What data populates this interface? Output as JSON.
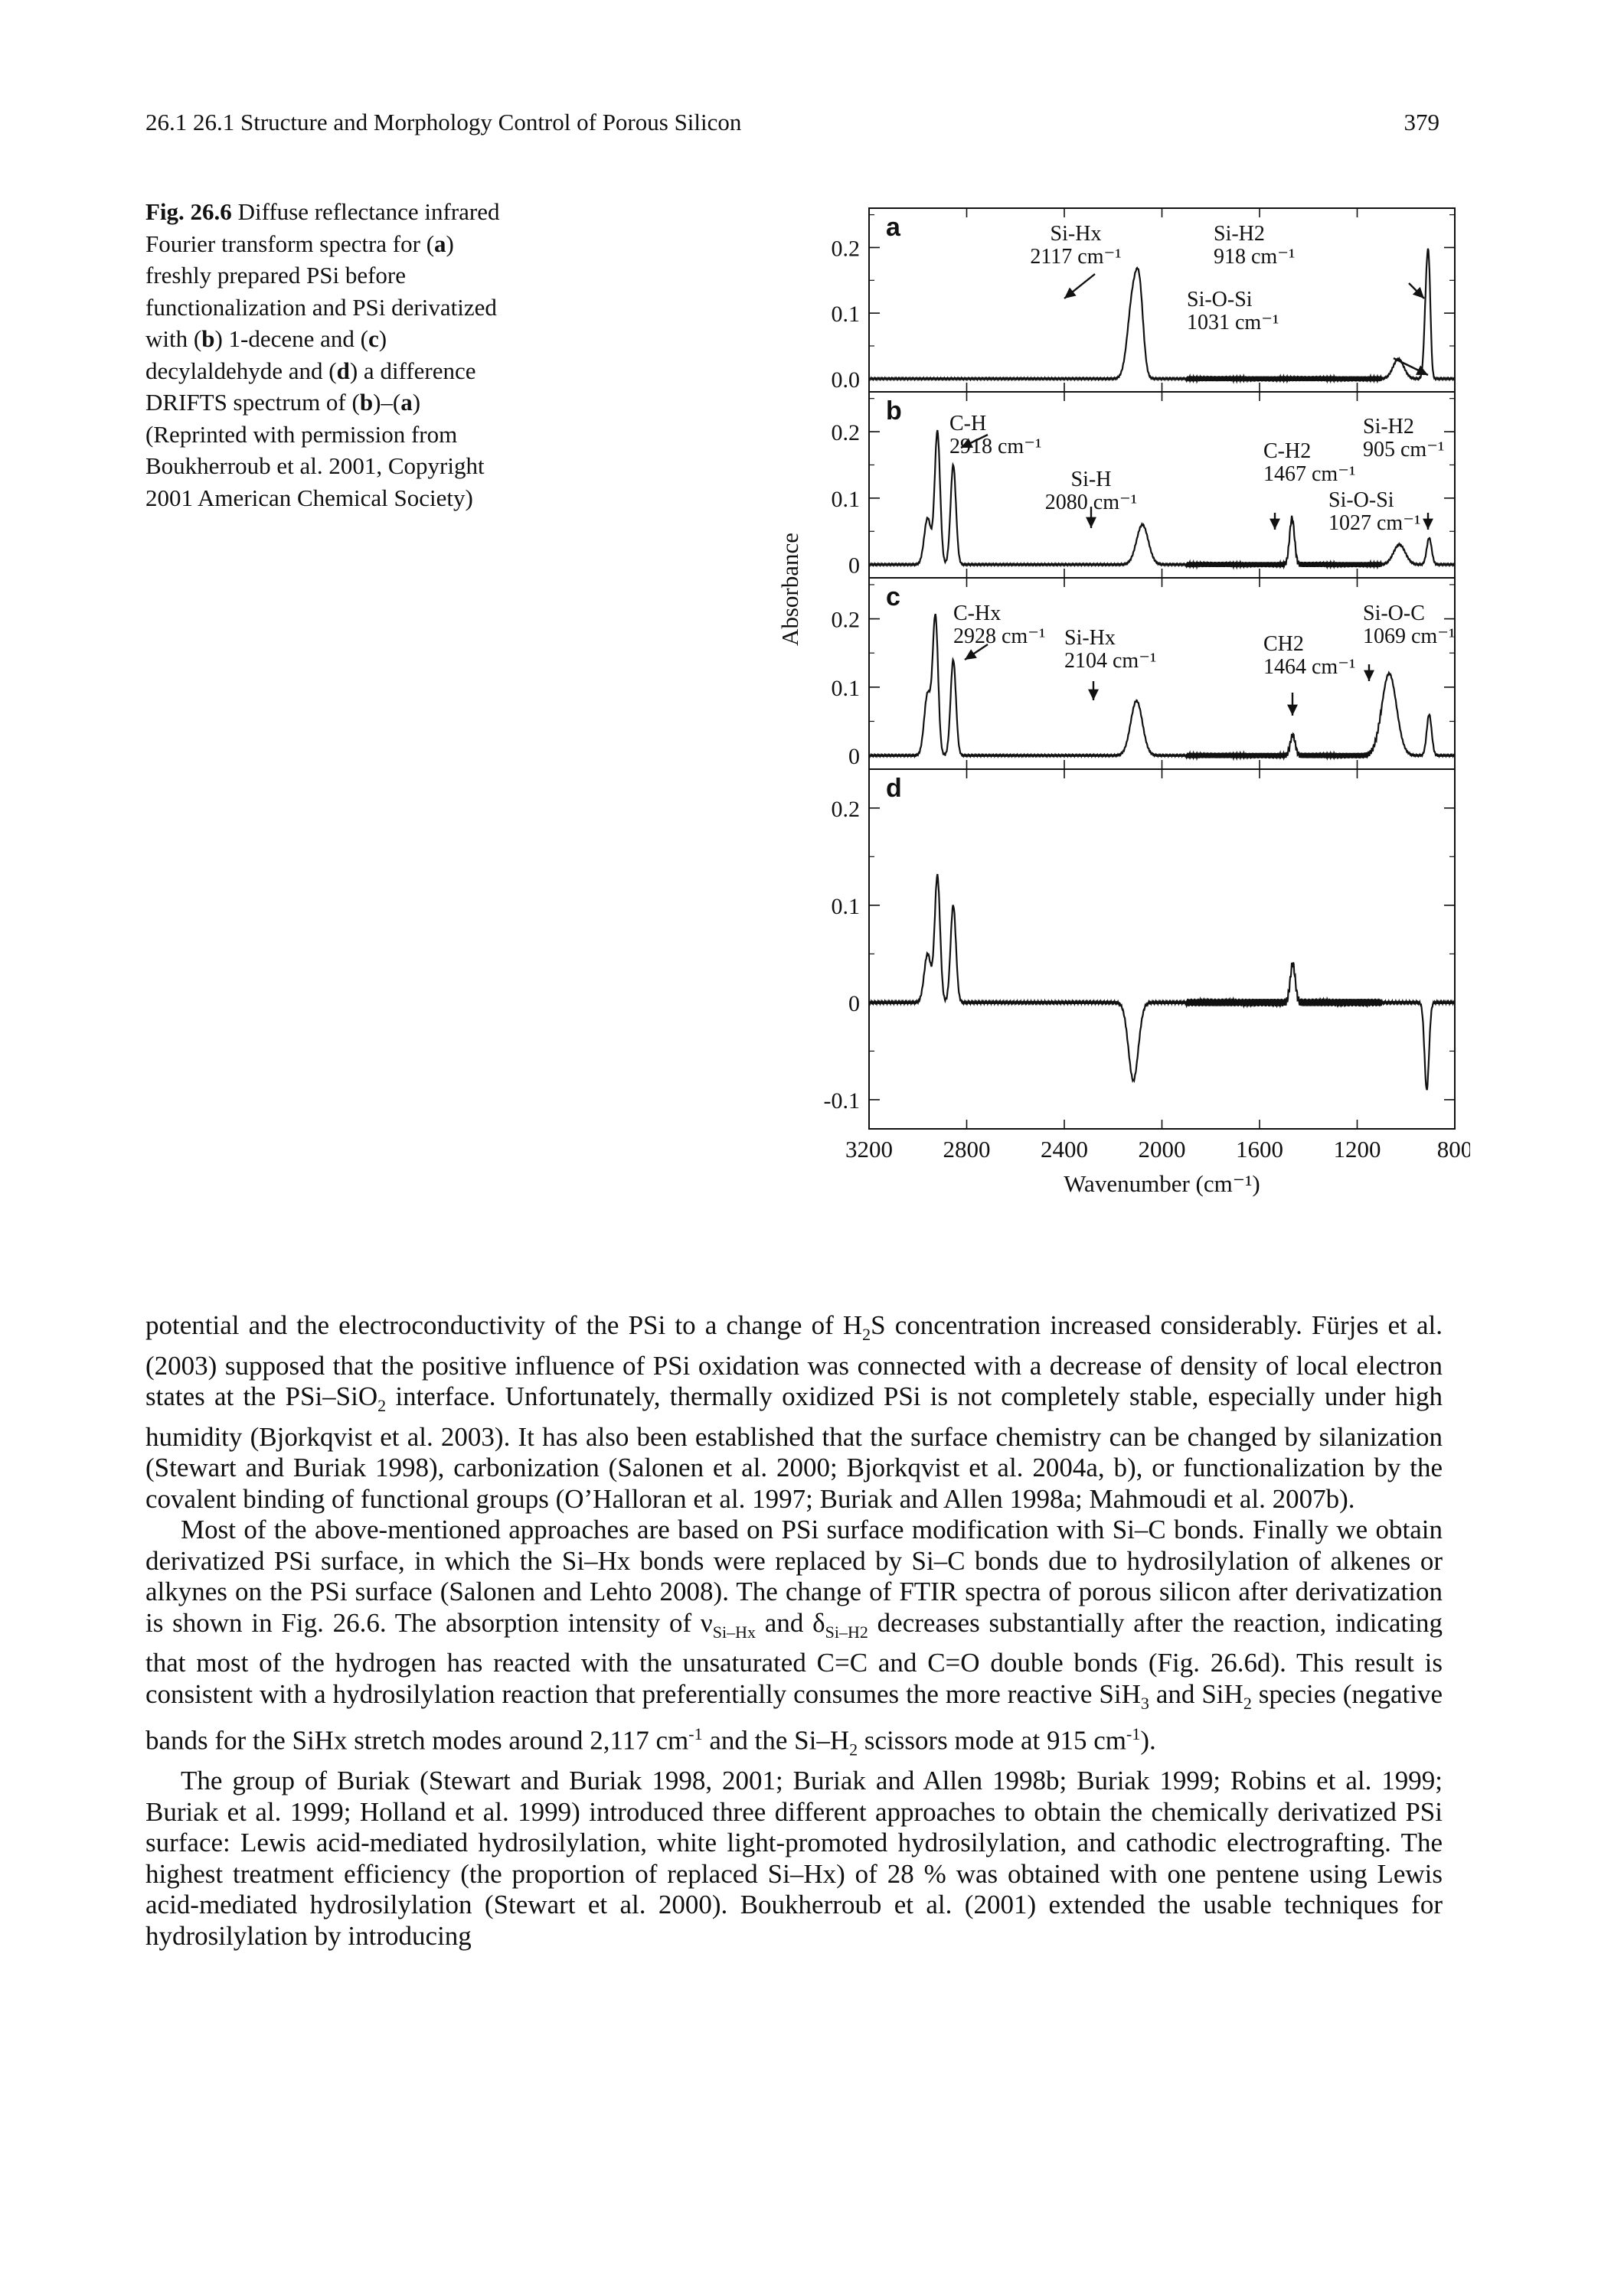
{
  "header": {
    "running_head": "26.1   26.1   Structure and Morphology Control of Porous Silicon",
    "page_number": "379"
  },
  "caption": {
    "label": "Fig. 26.6",
    "text_1": " Diffuse reflectance infrared Fourier transform spectra for (",
    "a": "a",
    "text_2": ") freshly prepared PSi before functionalization and PSi derivatized with (",
    "b": "b",
    "text_3": ") 1-decene and (",
    "c": "c",
    "text_4": ") decylaldehyde and (",
    "d": "d",
    "text_5": ") a difference DRIFTS spectrum of (",
    "b2": "b",
    "text_6": ")–(",
    "a2": "a",
    "text_7": ") (Reprinted with permission from Boukherroub et al. 2001, Copyright 2001 American Chemical Society)"
  },
  "chart_data": {
    "type": "line",
    "xlabel": "Wavenumber (cm-1)",
    "ylabel": "Absorbance",
    "xlim": [
      3200,
      800
    ],
    "x_ticks": [
      "3200",
      "2800",
      "2400",
      "2000",
      "1600",
      "1200",
      "800"
    ],
    "panels": [
      {
        "label": "a",
        "ylim": [
          -0.02,
          0.26
        ],
        "y_ticks": [
          "0.2",
          "0.1",
          "0.0"
        ],
        "y_tick_values": [
          0.2,
          0.1,
          0.0
        ],
        "baseline": 0.0,
        "peaks": [
          [
            2117,
            0.13,
            22
          ],
          [
            2090,
            0.09,
            15
          ],
          [
            1031,
            0.03,
            22
          ],
          [
            915,
            0.14,
            9
          ],
          [
            905,
            0.1,
            7
          ]
        ],
        "annotations": [
          "Si-Hx 2117 cm-1",
          "Si-H2 918 cm-1",
          "Si-O-Si 1031 cm-1"
        ]
      },
      {
        "label": "b",
        "ylim": [
          -0.02,
          0.26
        ],
        "y_ticks": [
          "0.2",
          "0.1",
          "0"
        ],
        "y_tick_values": [
          0.2,
          0.1,
          0.0
        ],
        "baseline": 0.0,
        "peaks": [
          [
            2960,
            0.07,
            14
          ],
          [
            2920,
            0.2,
            11
          ],
          [
            2855,
            0.15,
            11
          ],
          [
            2080,
            0.06,
            24
          ],
          [
            1467,
            0.07,
            10
          ],
          [
            1027,
            0.03,
            24
          ],
          [
            905,
            0.04,
            10
          ]
        ],
        "annotations": [
          "C-H 2918 cm-1",
          "Si-H 2080 cm-1",
          "C-H2 1467 cm-1",
          "Si-H2 905 cm-1",
          "Si-O-Si 1027 cm-1"
        ]
      },
      {
        "label": "c",
        "ylim": [
          -0.02,
          0.26
        ],
        "y_ticks": [
          "0.2",
          "0.1",
          "0"
        ],
        "y_tick_values": [
          0.2,
          0.1,
          0.0
        ],
        "baseline": 0.0,
        "peaks": [
          [
            2960,
            0.09,
            14
          ],
          [
            2928,
            0.2,
            11
          ],
          [
            2855,
            0.14,
            11
          ],
          [
            2104,
            0.08,
            24
          ],
          [
            1464,
            0.03,
            10
          ],
          [
            1069,
            0.12,
            30
          ],
          [
            905,
            0.06,
            10
          ]
        ],
        "annotations": [
          "C-Hx 2928 cm-1",
          "Si-Hx 2104 cm-1",
          "CH2 1464 cm-1",
          "Si-O-C 1069 cm-1"
        ]
      },
      {
        "label": "d",
        "ylim": [
          -0.13,
          0.24
        ],
        "y_ticks": [
          "0.2",
          "0.1",
          "0",
          "-0.1"
        ],
        "y_tick_values": [
          0.2,
          0.1,
          0.0,
          -0.1
        ],
        "baseline": 0.0,
        "peaks": [
          [
            2960,
            0.05,
            14
          ],
          [
            2920,
            0.13,
            11
          ],
          [
            2855,
            0.1,
            11
          ],
          [
            2117,
            -0.08,
            20
          ],
          [
            1464,
            0.04,
            10
          ],
          [
            915,
            -0.09,
            9
          ]
        ],
        "annotations": []
      }
    ]
  },
  "body": {
    "p1": [
      "potential and the electroconductivity of the PSi to a change of H",
      "2",
      "S concentration increased considerably. Fürjes et al. (2003) supposed that the positive influence of PSi oxidation was connected with a decrease of density of local electron states at the PSi–SiO",
      "2",
      " interface. Unfortunately, thermally oxidized PSi is not completely stable, especially under high humidity (Bjorkqvist et al. 2003). It has also been established that the surface chemistry can be changed by silanization (Stewart and Buriak 1998), carbonization (Salonen et al. 2000; Bjorkqvist et al. 2004a, b), or functionalization by the covalent binding of functional groups (O’Halloran et al. 1997; Buriak and Allen 1998a; Mahmoudi et al. 2007b)."
    ],
    "p2": [
      "Most of the above-mentioned approaches are based on PSi surface modification with Si–C bonds. Finally we obtain derivatized PSi surface, in which the Si–Hx bonds were replaced by Si–C bonds due to hydrosilylation of alkenes or alkynes on the PSi surface (Salonen and Lehto 2008). The change of FTIR spectra of porous silicon after derivatization is shown in Fig. 26.6. The absorption intensity of ν",
      "Si–Hx",
      " and δ",
      "Si–H2",
      " decreases substantially after the reaction, indicating that most of the hydrogen has reacted with the unsaturated C=C and C=O double bonds (Fig. 26.6d). This result is consistent with a hydrosilylation reaction that preferentially consumes the more reactive SiH",
      "3",
      " and SiH",
      "2",
      " species (negative bands for the SiHx stretch modes around 2,117 cm",
      "-1",
      " and the Si–H",
      "2",
      " scissors mode at 915 cm",
      "-1",
      ")."
    ],
    "p3": "The group of Buriak (Stewart and Buriak 1998, 2001; Buriak and Allen 1998b; Buriak 1999; Robins et al. 1999; Buriak et al. 1999; Holland et al. 1999) introduced three different approaches to obtain the chemically derivatized PSi surface: Lewis acid-mediated hydrosilylation, white light-promoted hydrosilylation, and cathodic electrografting. The highest treatment efficiency (the proportion of replaced Si–Hx) of 28 % was obtained with one pentene using Lewis acid-mediated hydrosilylation (Stewart et al. 2000). Boukherroub et al. (2001) extended the usable techniques for hydrosilylation by introducing"
  }
}
